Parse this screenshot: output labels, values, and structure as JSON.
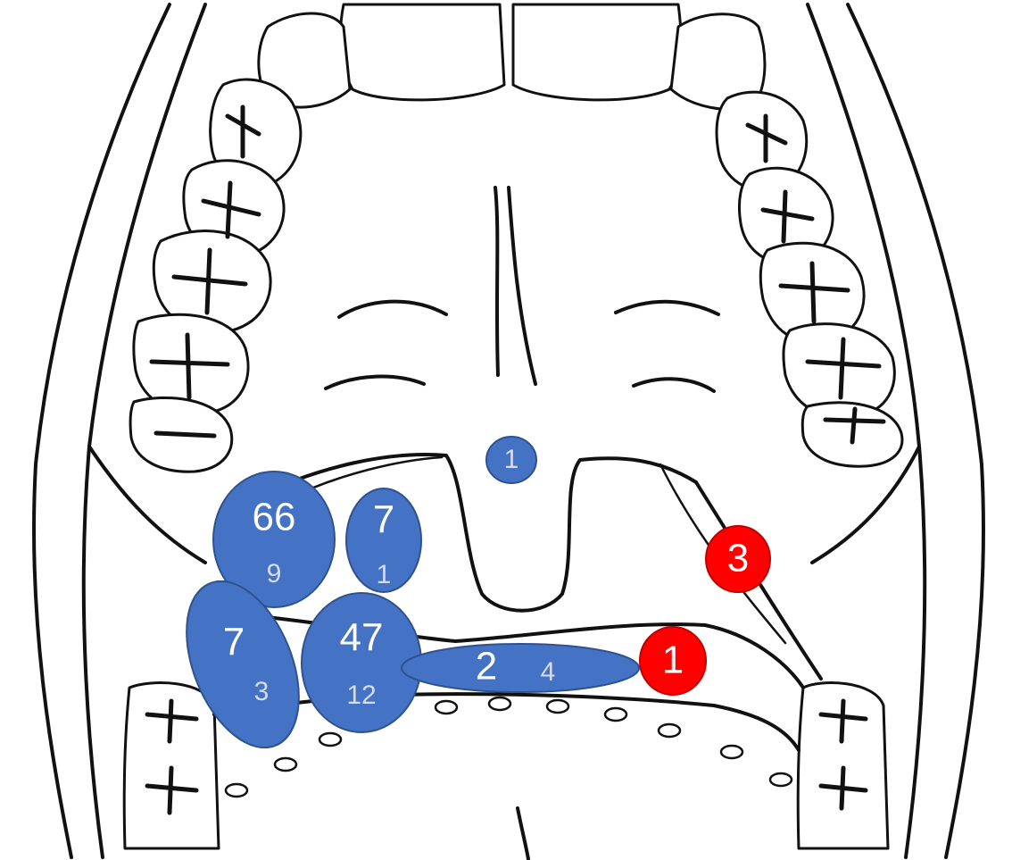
{
  "colors": {
    "blue_marker": "#4472c4",
    "blue_marker_stroke": "#2f528f",
    "red_marker": "#ff0000",
    "label_main": "#ffffff",
    "label_sub": "#d6dcef",
    "outline": "#111111",
    "background": "#ffffff"
  },
  "markers": [
    {
      "id": "m1",
      "color": "blue",
      "main": "1",
      "sub": ""
    },
    {
      "id": "m2",
      "color": "blue",
      "main": "66",
      "sub": "9"
    },
    {
      "id": "m3",
      "color": "blue",
      "main": "7",
      "sub": "1"
    },
    {
      "id": "m4",
      "color": "blue",
      "main": "7",
      "sub": "3"
    },
    {
      "id": "m5",
      "color": "blue",
      "main": "47",
      "sub": "12"
    },
    {
      "id": "m6",
      "color": "blue",
      "main": "2",
      "sub": "4"
    },
    {
      "id": "m7",
      "color": "red",
      "main": "1",
      "sub": ""
    },
    {
      "id": "m8",
      "color": "red",
      "main": "3",
      "sub": ""
    }
  ]
}
